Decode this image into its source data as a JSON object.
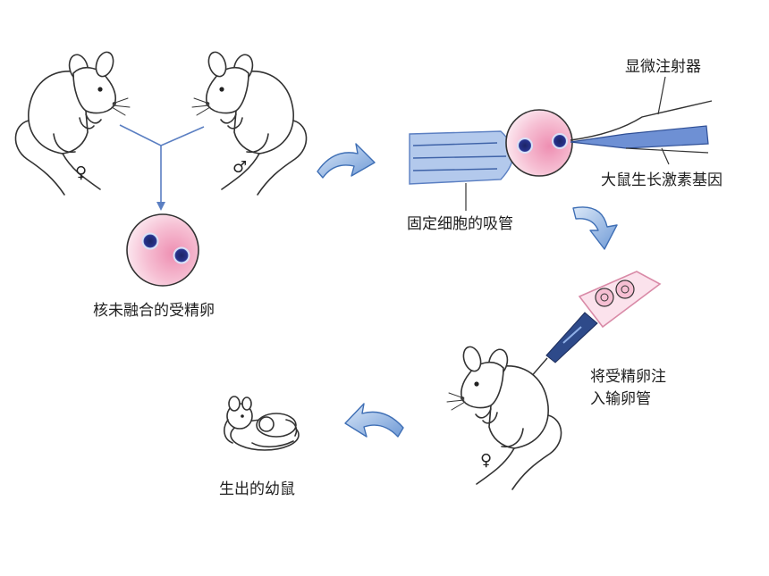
{
  "labels": {
    "microinjector": "显微注射器",
    "growth_hormone_gene": "大鼠生长激素基因",
    "holding_pipette": "固定细胞的吸管",
    "zygote": "核未融合的受精卵",
    "transfer_line1": "将受精卵注",
    "transfer_line2": "入输卵管",
    "offspring": "生出的幼鼠"
  },
  "symbols": {
    "female_donor": "♀",
    "male_donor": "♂",
    "female_recipient": "♀"
  },
  "icons": {
    "mouse": "mouse-illustration",
    "zygote": "fertilized-egg-icon",
    "arrow": "curved-arrow-icon"
  },
  "colors": {
    "egg_fill": "#f6b7cd",
    "nucleus": "#1c2466",
    "arrow": "#8fb4e3",
    "pipette": "#b3c9ec",
    "injector": "#4a72c0"
  }
}
